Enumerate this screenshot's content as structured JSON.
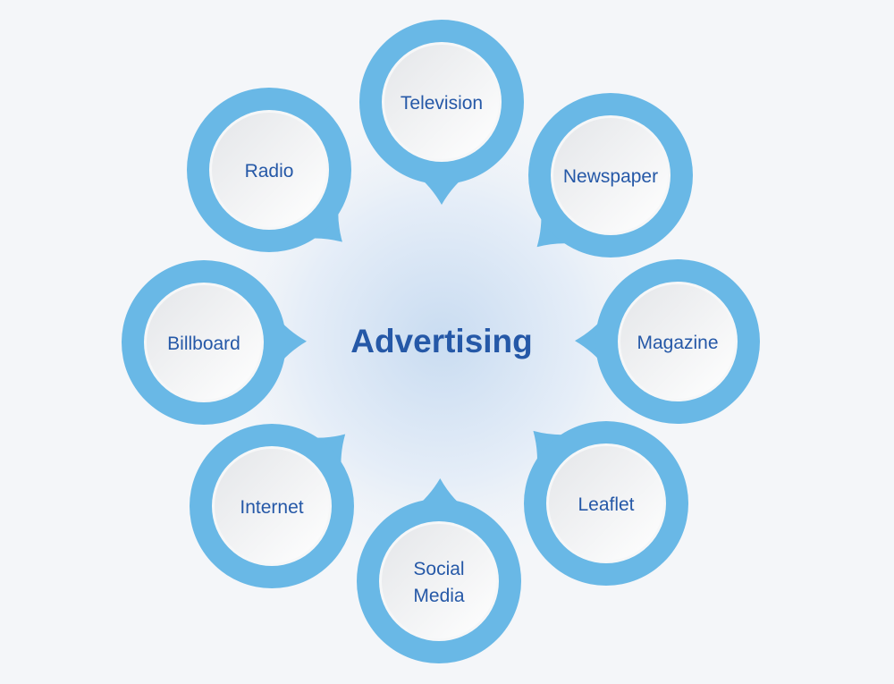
{
  "title": "Advertising",
  "colors": {
    "ring": "#69b8e6",
    "text": "#2558a7",
    "background": "#f4f6f9"
  },
  "nodes": [
    {
      "label": [
        "Television"
      ]
    },
    {
      "label": [
        "Newspaper"
      ]
    },
    {
      "label": [
        "Magazine"
      ]
    },
    {
      "label": [
        "Leaflet"
      ]
    },
    {
      "label": [
        "Social",
        "Media"
      ]
    },
    {
      "label": [
        "Internet"
      ]
    },
    {
      "label": [
        "Billboard"
      ]
    },
    {
      "label": [
        "Radio"
      ]
    }
  ]
}
